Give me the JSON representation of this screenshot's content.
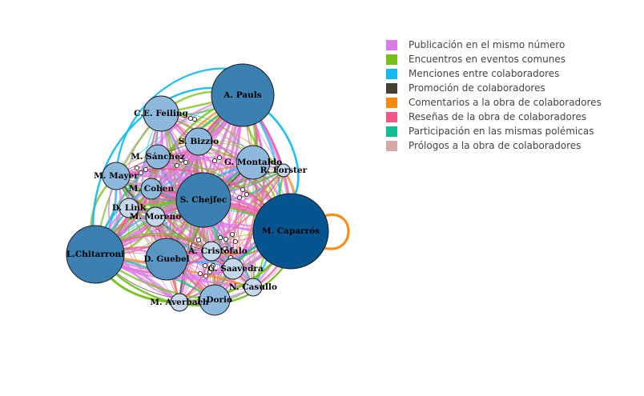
{
  "legend": {
    "items": [
      {
        "label": "Publicación en el mismo número",
        "color": "#df7be8"
      },
      {
        "label": "Encuentros en eventos comunes",
        "color": "#76c01b"
      },
      {
        "label": "Menciones entre colaboradores",
        "color": "#13b9f5"
      },
      {
        "label": "Promoción de colaboradores",
        "color": "#444036"
      },
      {
        "label": "Comentarios a la obra de colaboradores",
        "color": "#f8890d"
      },
      {
        "label": "Reseñas de la obra de colaboradores",
        "color": "#f25787"
      },
      {
        "label": "Participación en las mismas polémicas",
        "color": "#12bd93"
      },
      {
        "label": "Prólogos a la obra de colaboradores",
        "color": "#d4aaa6"
      }
    ]
  },
  "network": {
    "nodes": [
      {
        "id": "pauls",
        "label": "A. Pauls",
        "color": "#3b80b0"
      },
      {
        "id": "feiling",
        "label": "C.E. Feiling",
        "color": "#8fb9dc"
      },
      {
        "id": "bizzio",
        "label": "S. Bizzio",
        "color": "#8fb9dc"
      },
      {
        "id": "sanchez",
        "label": "M. Sánchez",
        "color": "#8fb9dc"
      },
      {
        "id": "montaldo",
        "label": "G. Montaldo",
        "color": "#8fb9dc"
      },
      {
        "id": "forster",
        "label": "R. Forster",
        "color": "#c5d8ec"
      },
      {
        "id": "mayer",
        "label": "M. Mayer",
        "color": "#8fb9dc"
      },
      {
        "id": "cohen",
        "label": "M. Cohen",
        "color": "#8fb9dc"
      },
      {
        "id": "chejfec",
        "label": "S. Chejfec",
        "color": "#3b80b0"
      },
      {
        "id": "link",
        "label": "D. Link",
        "color": "#c5d8ec"
      },
      {
        "id": "moreno",
        "label": "M. Moreno",
        "color": "#c5d8ec"
      },
      {
        "id": "caparros",
        "label": "M. Caparrós",
        "color": "#06558f"
      },
      {
        "id": "chitarroni",
        "label": "L.Chitarroni",
        "color": "#3b80b0"
      },
      {
        "id": "guebel",
        "label": "D. Guebel",
        "color": "#5b95c2"
      },
      {
        "id": "cristofalo",
        "label": "A. Cristófalo",
        "color": "#c5d8ec"
      },
      {
        "id": "saavedra",
        "label": "G. Saavedra",
        "color": "#c5d8ec"
      },
      {
        "id": "casullo",
        "label": "N. Casullo",
        "color": "#c5d8ec"
      },
      {
        "id": "averbach",
        "label": "M. Averbach",
        "color": "#c5d8ec"
      },
      {
        "id": "dorio",
        "label": "J. Dorio",
        "color": "#8fb9dc"
      }
    ]
  }
}
